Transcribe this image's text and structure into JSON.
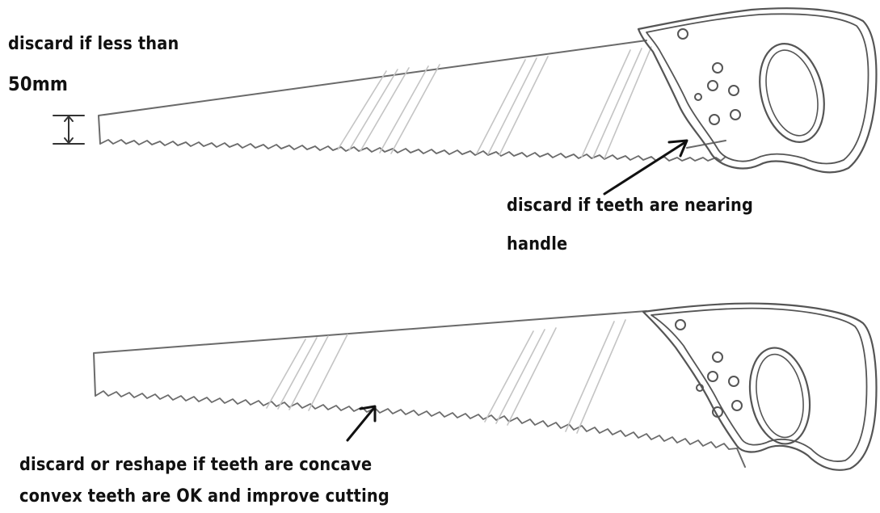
{
  "annotations": {
    "min_width_line1": "discard if less than",
    "min_width_line2": "50mm",
    "teeth_handle_line1": "discard if teeth are nearing",
    "teeth_handle_line2": "handle",
    "concave_line1": "discard or reshape if teeth are concave",
    "concave_line2": "convex teeth are OK and improve cutting"
  },
  "colors": {
    "outline": "#6a6a6a",
    "hatch": "#c4c4c4",
    "arrow": "#111111",
    "text": "#111111"
  }
}
